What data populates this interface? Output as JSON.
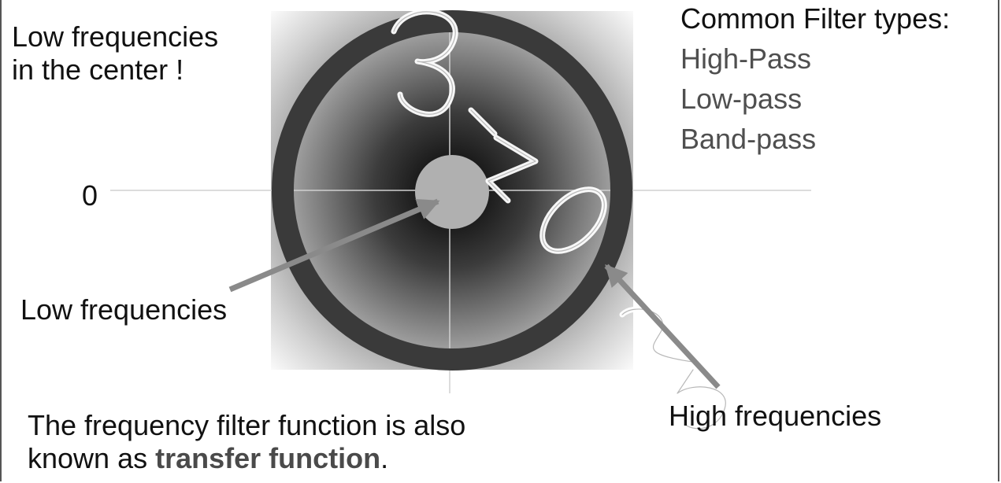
{
  "low_center_label": [
    "Low frequencies",
    "in the center !"
  ],
  "zero_label": "0",
  "low_label": "Low frequencies",
  "high_label": "High frequencies",
  "filter_types": {
    "title": "Common Filter types:",
    "items": [
      "High-Pass",
      "Low-pass",
      "Band-pass"
    ]
  },
  "transfer_text": {
    "line1": "The frequency filter function is also",
    "line2_prefix": "known as ",
    "line2_bold": "transfer function",
    "line2_suffix": "."
  },
  "watermark": "3-10-25",
  "colors": {
    "ring": "#3a3a3a",
    "center_disk": "#b0b0b0",
    "arrow": "#8a8a8a",
    "axis": "#d0d0d0",
    "grey_text": "#4f4f4f"
  }
}
